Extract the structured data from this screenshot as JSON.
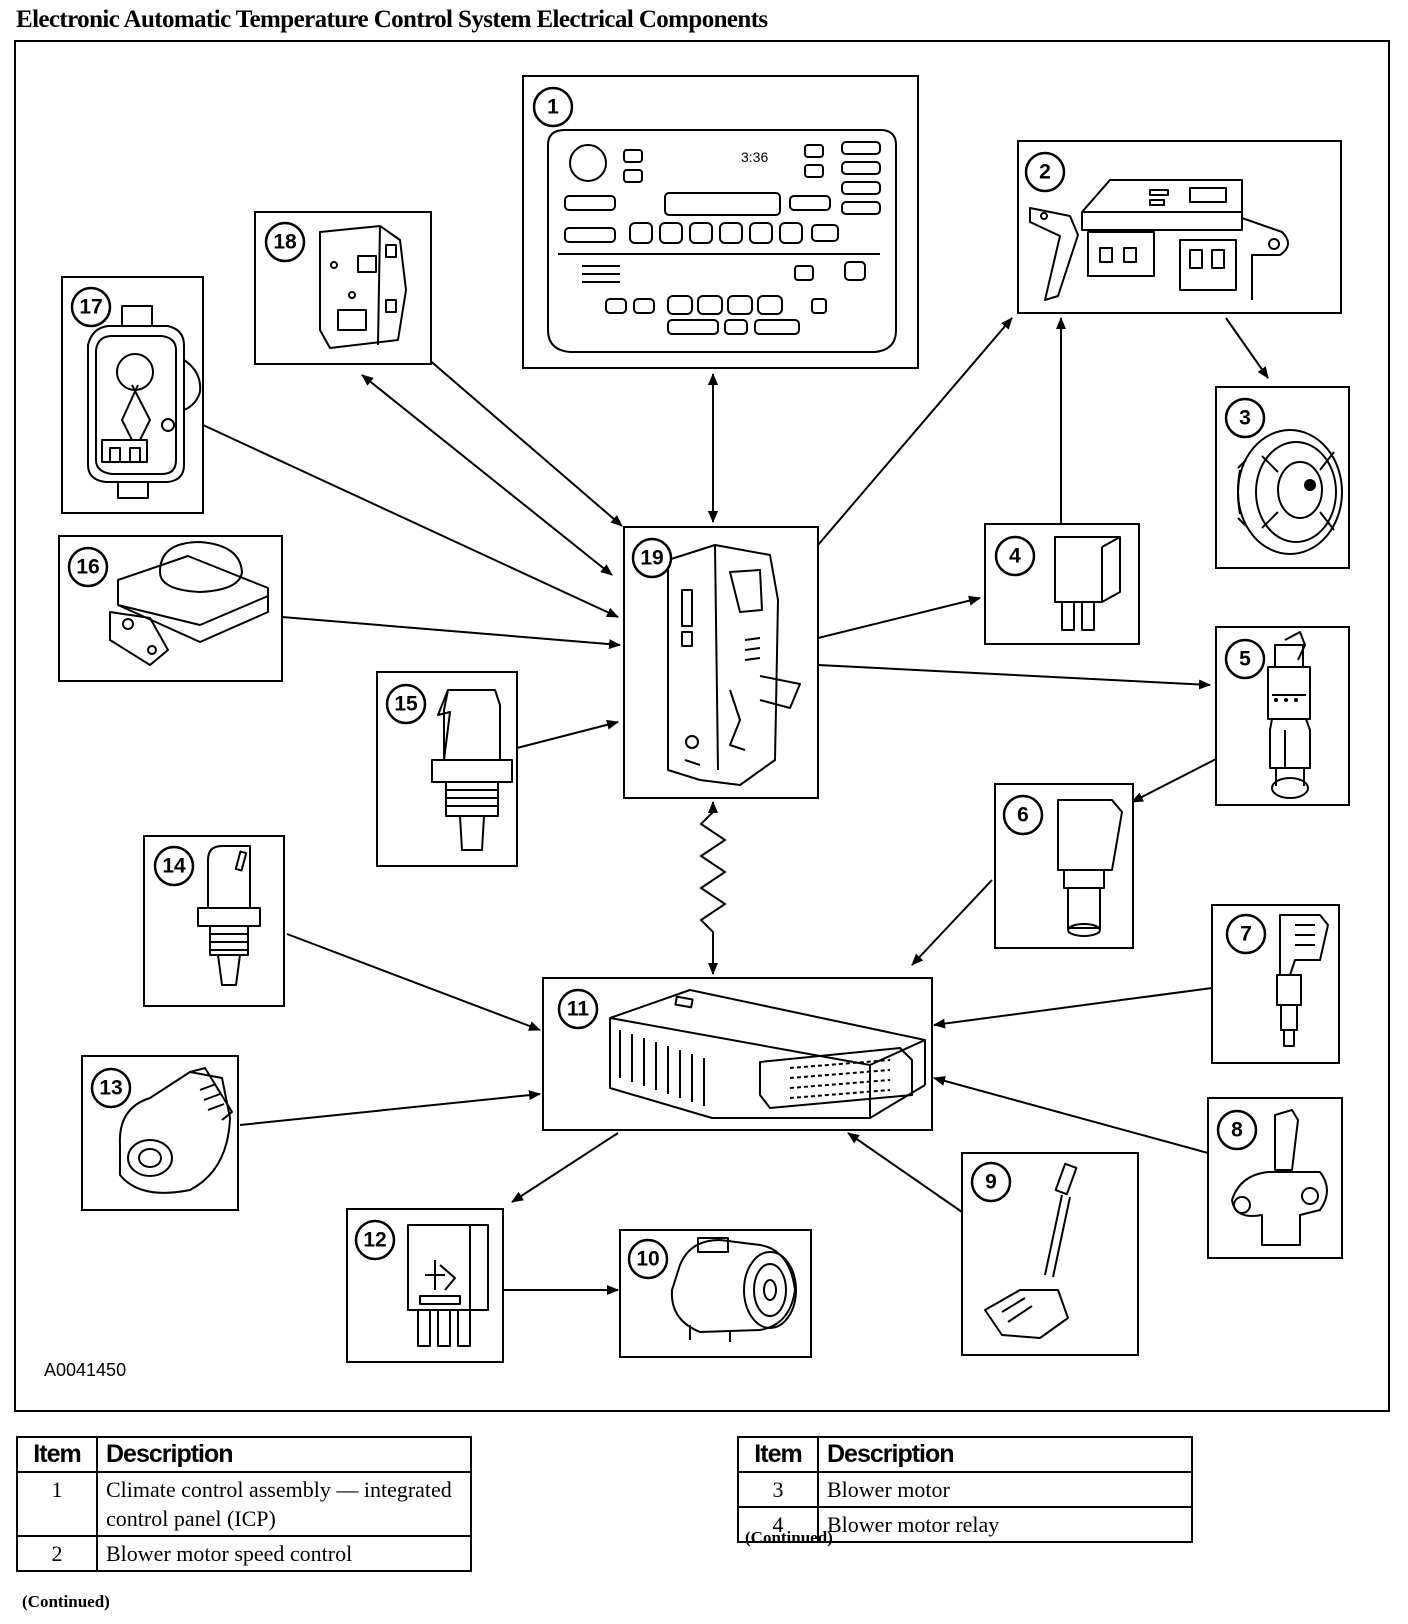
{
  "page": {
    "title": "Electronic Automatic Temperature Control System Electrical Components"
  },
  "diagram": {
    "figure_code": "A0041450",
    "clock_display": "3:36",
    "callouts": [
      "1",
      "2",
      "3",
      "4",
      "5",
      "6",
      "7",
      "8",
      "9",
      "10",
      "11",
      "12",
      "13",
      "14",
      "15",
      "16",
      "17",
      "18",
      "19"
    ]
  },
  "legend_left": {
    "headers": {
      "item": "Item",
      "description": "Description"
    },
    "rows": [
      {
        "item": "1",
        "description": "Climate control assembly — integrated control panel (ICP)"
      },
      {
        "item": "2",
        "description": "Blower motor speed control"
      }
    ],
    "continued": "(Continued)"
  },
  "legend_right": {
    "headers": {
      "item": "Item",
      "description": "Description"
    },
    "rows": [
      {
        "item": "3",
        "description": "Blower motor"
      },
      {
        "item": "4",
        "description": "Blower motor relay"
      }
    ],
    "continued": "(Continued)"
  }
}
